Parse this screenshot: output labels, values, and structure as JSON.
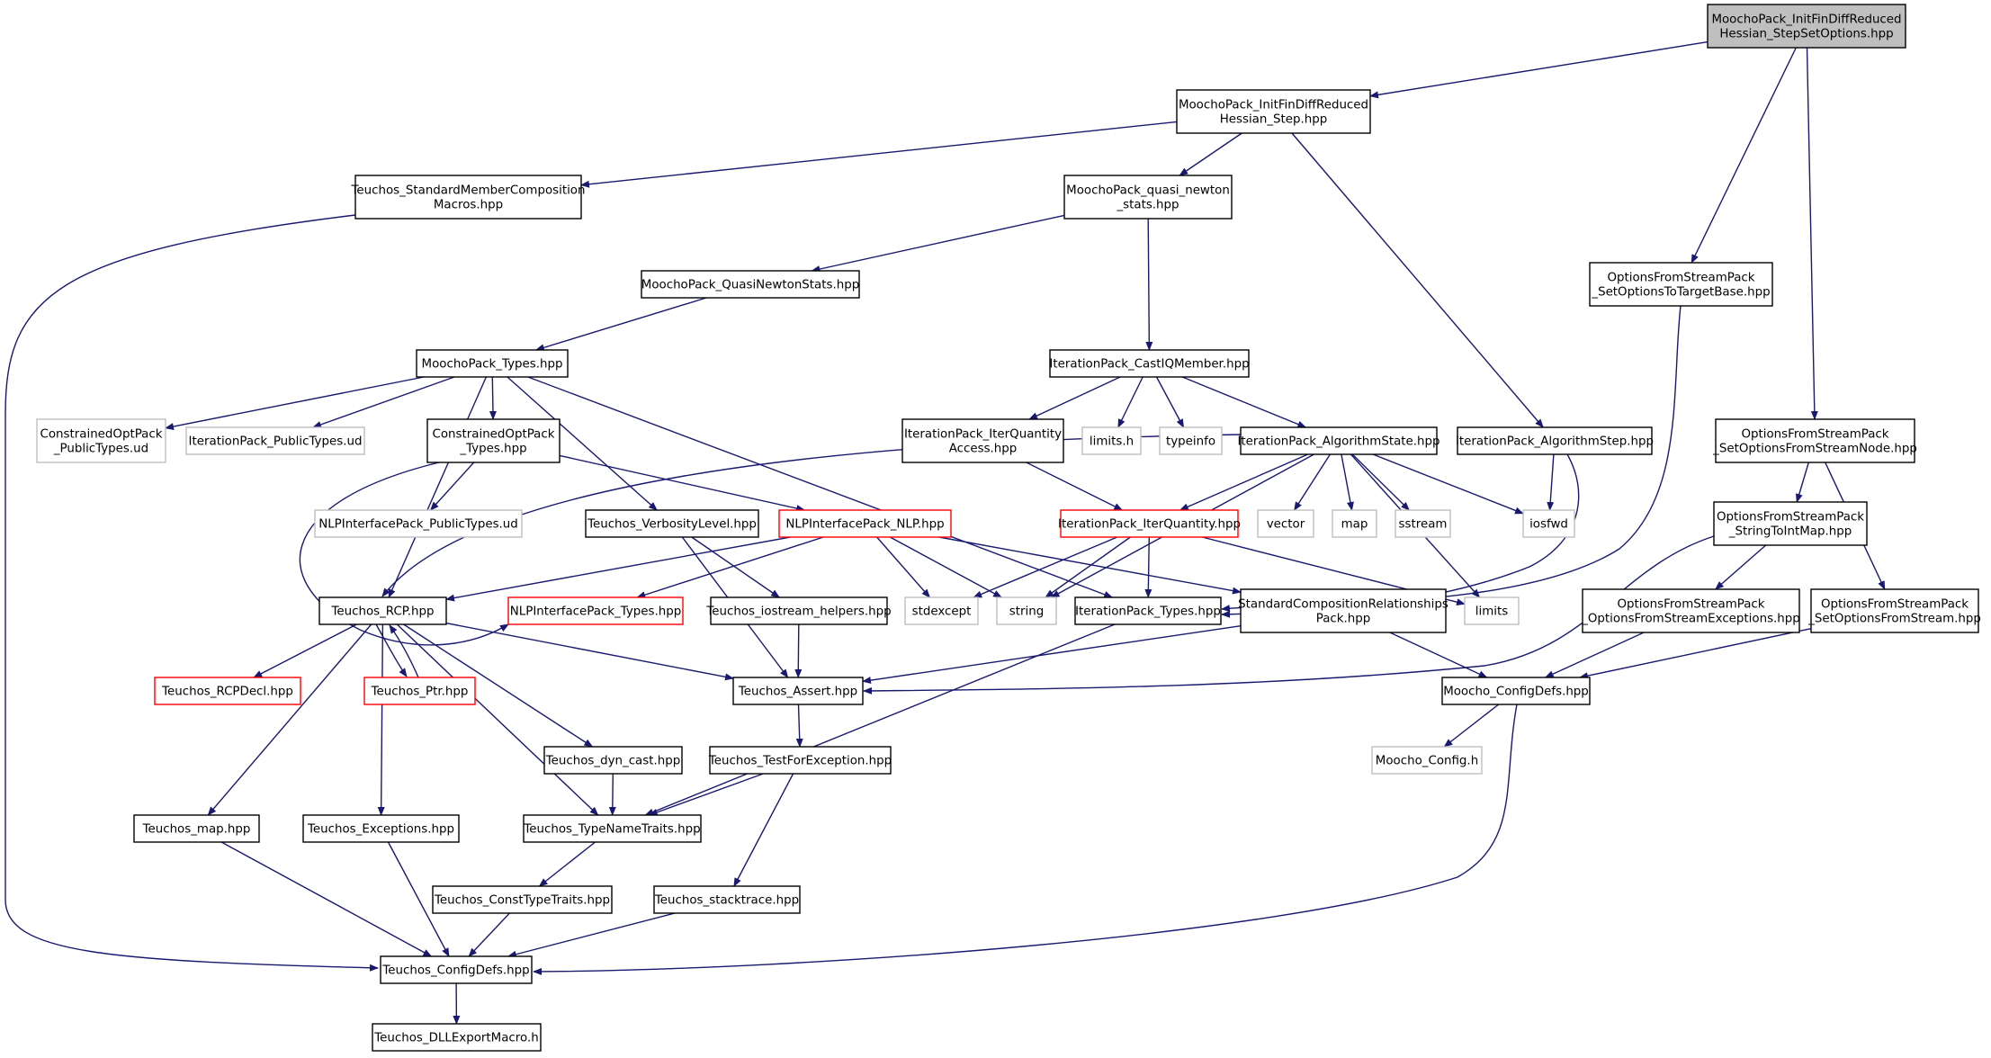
{
  "colors": {
    "edge": "#191970",
    "border_normal": "#000000",
    "border_missing": "#bfbfbf",
    "border_truncated": "#ff0000",
    "fill_root": "#bfbfbf",
    "fill_normal": "#ffffff"
  },
  "nodes": [
    {
      "id": "root",
      "kind": "root",
      "lines": [
        "MoochoPack_InitFinDiffReduced",
        "Hessian_StepSetOptions.hpp"
      ]
    },
    {
      "id": "initStep",
      "kind": "normal",
      "lines": [
        "MoochoPack_InitFinDiffReduced",
        "Hessian_Step.hpp"
      ]
    },
    {
      "id": "stdMember",
      "kind": "normal",
      "lines": [
        "Teuchos_StandardMemberComposition",
        "Macros.hpp"
      ]
    },
    {
      "id": "qnStats",
      "kind": "normal",
      "lines": [
        "MoochoPack_quasi_newton",
        "_stats.hpp"
      ]
    },
    {
      "id": "setOptBase",
      "kind": "normal",
      "lines": [
        "OptionsFromStreamPack",
        "_SetOptionsToTargetBase.hpp"
      ]
    },
    {
      "id": "qnStatsHpp",
      "kind": "normal",
      "lines": [
        "MoochoPack_QuasiNewtonStats.hpp"
      ]
    },
    {
      "id": "mpTypes",
      "kind": "normal",
      "lines": [
        "MoochoPack_Types.hpp"
      ]
    },
    {
      "id": "castIQ",
      "kind": "normal",
      "lines": [
        "IterationPack_CastIQMember.hpp"
      ]
    },
    {
      "id": "copPublic",
      "kind": "missing",
      "lines": [
        "ConstrainedOptPack",
        "_PublicTypes.ud"
      ]
    },
    {
      "id": "ipPublic",
      "kind": "missing",
      "lines": [
        "IterationPack_PublicTypes.ud"
      ]
    },
    {
      "id": "copTypes",
      "kind": "normal",
      "lines": [
        "ConstrainedOptPack",
        "_Types.hpp"
      ]
    },
    {
      "id": "iqAccess",
      "kind": "normal",
      "lines": [
        "IterationPack_IterQuantity",
        "Access.hpp"
      ]
    },
    {
      "id": "limitsH",
      "kind": "missing",
      "lines": [
        "limits.h"
      ]
    },
    {
      "id": "typeinfo",
      "kind": "missing",
      "lines": [
        "typeinfo"
      ]
    },
    {
      "id": "algState",
      "kind": "normal",
      "lines": [
        "IterationPack_AlgorithmState.hpp"
      ]
    },
    {
      "id": "algStep",
      "kind": "normal",
      "lines": [
        "IterationPack_AlgorithmStep.hpp"
      ]
    },
    {
      "id": "setOptNode",
      "kind": "normal",
      "lines": [
        "OptionsFromStreamPack",
        "_SetOptionsFromStreamNode.hpp"
      ]
    },
    {
      "id": "nlpPublic",
      "kind": "missing",
      "lines": [
        "NLPInterfacePack_PublicTypes.ud"
      ]
    },
    {
      "id": "verbosity",
      "kind": "normal",
      "lines": [
        "Teuchos_VerbosityLevel.hpp"
      ]
    },
    {
      "id": "nlp",
      "kind": "truncated",
      "lines": [
        "NLPInterfacePack_NLP.hpp"
      ]
    },
    {
      "id": "iterQuantity",
      "kind": "truncated",
      "lines": [
        "IterationPack_IterQuantity.hpp"
      ]
    },
    {
      "id": "vector",
      "kind": "missing",
      "lines": [
        "vector"
      ]
    },
    {
      "id": "map",
      "kind": "missing",
      "lines": [
        "map"
      ]
    },
    {
      "id": "sstream",
      "kind": "missing",
      "lines": [
        "sstream"
      ]
    },
    {
      "id": "iosfwd",
      "kind": "missing",
      "lines": [
        "iosfwd"
      ]
    },
    {
      "id": "strToInt",
      "kind": "normal",
      "lines": [
        "OptionsFromStreamPack",
        "_StringToIntMap.hpp"
      ]
    },
    {
      "id": "rcp",
      "kind": "normal",
      "lines": [
        "Teuchos_RCP.hpp"
      ]
    },
    {
      "id": "nlpTypes",
      "kind": "truncated",
      "lines": [
        "NLPInterfacePack_Types.hpp"
      ]
    },
    {
      "id": "iostreamHelpers",
      "kind": "normal",
      "lines": [
        "Teuchos_iostream_helpers.hpp"
      ]
    },
    {
      "id": "stdexcept",
      "kind": "missing",
      "lines": [
        "stdexcept"
      ]
    },
    {
      "id": "string",
      "kind": "missing",
      "lines": [
        "string"
      ]
    },
    {
      "id": "ipTypes",
      "kind": "normal",
      "lines": [
        "IterationPack_Types.hpp"
      ]
    },
    {
      "id": "stdComp",
      "kind": "normal",
      "lines": [
        "StandardCompositionRelationships",
        "Pack.hpp"
      ]
    },
    {
      "id": "limits",
      "kind": "missing",
      "lines": [
        "limits"
      ]
    },
    {
      "id": "optExc",
      "kind": "normal",
      "lines": [
        "OptionsFromStreamPack",
        "_OptionsFromStreamExceptions.hpp"
      ]
    },
    {
      "id": "setOptStream",
      "kind": "normal",
      "lines": [
        "OptionsFromStreamPack",
        "_SetOptionsFromStream.hpp"
      ]
    },
    {
      "id": "rcpDecl",
      "kind": "truncated",
      "lines": [
        "Teuchos_RCPDecl.hpp"
      ]
    },
    {
      "id": "ptr",
      "kind": "truncated",
      "lines": [
        "Teuchos_Ptr.hpp"
      ]
    },
    {
      "id": "assert",
      "kind": "normal",
      "lines": [
        "Teuchos_Assert.hpp"
      ]
    },
    {
      "id": "moochoCfgDefs",
      "kind": "normal",
      "lines": [
        "Moocho_ConfigDefs.hpp"
      ]
    },
    {
      "id": "dynCast",
      "kind": "normal",
      "lines": [
        "Teuchos_dyn_cast.hpp"
      ]
    },
    {
      "id": "testExc",
      "kind": "normal",
      "lines": [
        "Teuchos_TestForException.hpp"
      ]
    },
    {
      "id": "moochoCfgH",
      "kind": "missing",
      "lines": [
        "Moocho_Config.h"
      ]
    },
    {
      "id": "mapHpp",
      "kind": "normal",
      "lines": [
        "Teuchos_map.hpp"
      ]
    },
    {
      "id": "exceptions",
      "kind": "normal",
      "lines": [
        "Teuchos_Exceptions.hpp"
      ]
    },
    {
      "id": "typeName",
      "kind": "normal",
      "lines": [
        "Teuchos_TypeNameTraits.hpp"
      ]
    },
    {
      "id": "constType",
      "kind": "normal",
      "lines": [
        "Teuchos_ConstTypeTraits.hpp"
      ]
    },
    {
      "id": "stacktrace",
      "kind": "normal",
      "lines": [
        "Teuchos_stacktrace.hpp"
      ]
    },
    {
      "id": "cfgDefs",
      "kind": "normal",
      "lines": [
        "Teuchos_ConfigDefs.hpp"
      ]
    },
    {
      "id": "dllExport",
      "kind": "normal",
      "lines": [
        "Teuchos_DLLExportMacro.h"
      ]
    }
  ],
  "edges": [
    {
      "from": "root",
      "to": "initStep"
    },
    {
      "from": "root",
      "to": "setOptBase"
    },
    {
      "from": "root",
      "to": "setOptNode"
    },
    {
      "from": "initStep",
      "to": "stdMember"
    },
    {
      "from": "initStep",
      "to": "qnStats"
    },
    {
      "from": "initStep",
      "to": "algStep"
    },
    {
      "from": "stdMember",
      "to": "cfgDefs"
    },
    {
      "from": "qnStats",
      "to": "qnStatsHpp"
    },
    {
      "from": "qnStats",
      "to": "castIQ"
    },
    {
      "from": "qnStatsHpp",
      "to": "mpTypes"
    },
    {
      "from": "mpTypes",
      "to": "copPublic"
    },
    {
      "from": "mpTypes",
      "to": "ipPublic"
    },
    {
      "from": "mpTypes",
      "to": "copTypes"
    },
    {
      "from": "mpTypes",
      "to": "verbosity"
    },
    {
      "from": "mpTypes",
      "to": "rcp"
    },
    {
      "from": "mpTypes",
      "to": "ipTypes"
    },
    {
      "from": "castIQ",
      "to": "iqAccess"
    },
    {
      "from": "castIQ",
      "to": "limitsH"
    },
    {
      "from": "castIQ",
      "to": "typeinfo"
    },
    {
      "from": "castIQ",
      "to": "algState"
    },
    {
      "from": "copTypes",
      "to": "nlpPublic"
    },
    {
      "from": "copTypes",
      "to": "nlp"
    },
    {
      "from": "copTypes",
      "to": "nlpTypes"
    },
    {
      "from": "iqAccess",
      "to": "iterQuantity"
    },
    {
      "from": "algState",
      "to": "iterQuantity"
    },
    {
      "from": "algState",
      "to": "rcp"
    },
    {
      "from": "algState",
      "to": "vector"
    },
    {
      "from": "algState",
      "to": "map"
    },
    {
      "from": "algState",
      "to": "sstream"
    },
    {
      "from": "algState",
      "to": "iosfwd"
    },
    {
      "from": "algState",
      "to": "string"
    },
    {
      "from": "algState",
      "to": "limits"
    },
    {
      "from": "algStep",
      "to": "iosfwd"
    },
    {
      "from": "algStep",
      "to": "ipTypes"
    },
    {
      "from": "setOptBase",
      "to": "ipTypes"
    },
    {
      "from": "setOptNode",
      "to": "strToInt"
    },
    {
      "from": "setOptNode",
      "to": "setOptStream"
    },
    {
      "from": "strToInt",
      "to": "optExc"
    },
    {
      "from": "strToInt",
      "to": "assert"
    },
    {
      "from": "optExc",
      "to": "moochoCfgDefs"
    },
    {
      "from": "setOptStream",
      "to": "moochoCfgDefs"
    },
    {
      "from": "verbosity",
      "to": "iostreamHelpers"
    },
    {
      "from": "verbosity",
      "to": "assert"
    },
    {
      "from": "nlp",
      "to": "rcp"
    },
    {
      "from": "nlp",
      "to": "nlpTypes"
    },
    {
      "from": "nlp",
      "to": "stdexcept"
    },
    {
      "from": "nlp",
      "to": "string"
    },
    {
      "from": "nlp",
      "to": "stdComp"
    },
    {
      "from": "iterQuantity",
      "to": "stdexcept"
    },
    {
      "from": "iterQuantity",
      "to": "string"
    },
    {
      "from": "iterQuantity",
      "to": "ipTypes"
    },
    {
      "from": "iterQuantity",
      "to": "limits"
    },
    {
      "from": "iostreamHelpers",
      "to": "assert"
    },
    {
      "from": "rcp",
      "to": "rcpDecl"
    },
    {
      "from": "rcp",
      "to": "ptr"
    },
    {
      "from": "ptr",
      "to": "rcp"
    },
    {
      "from": "rcp",
      "to": "assert"
    },
    {
      "from": "rcp",
      "to": "dynCast"
    },
    {
      "from": "rcp",
      "to": "mapHpp"
    },
    {
      "from": "rcp",
      "to": "exceptions"
    },
    {
      "from": "rcp",
      "to": "typeName"
    },
    {
      "from": "stdComp",
      "to": "assert"
    },
    {
      "from": "stdComp",
      "to": "moochoCfgDefs"
    },
    {
      "from": "ipTypes",
      "to": "typeName"
    },
    {
      "from": "assert",
      "to": "testExc"
    },
    {
      "from": "moochoCfgDefs",
      "to": "moochoCfgH"
    },
    {
      "from": "moochoCfgDefs",
      "to": "cfgDefs"
    },
    {
      "from": "dynCast",
      "to": "typeName"
    },
    {
      "from": "testExc",
      "to": "typeName"
    },
    {
      "from": "testExc",
      "to": "stacktrace"
    },
    {
      "from": "mapHpp",
      "to": "cfgDefs"
    },
    {
      "from": "exceptions",
      "to": "cfgDefs"
    },
    {
      "from": "typeName",
      "to": "constType"
    },
    {
      "from": "constType",
      "to": "cfgDefs"
    },
    {
      "from": "stacktrace",
      "to": "cfgDefs"
    },
    {
      "from": "cfgDefs",
      "to": "dllExport"
    }
  ]
}
